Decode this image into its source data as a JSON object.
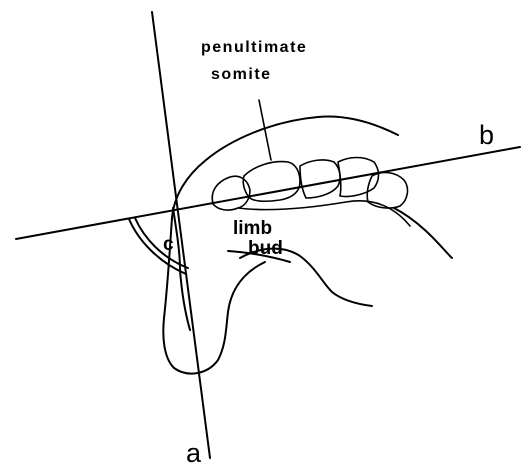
{
  "labels": {
    "penultimate_line1": "penultimate",
    "penultimate_line2": "somite",
    "limb_line1": "limb",
    "limb_line2": "bud",
    "axis_a": "a",
    "axis_b": "b",
    "angle_c": "c"
  }
}
